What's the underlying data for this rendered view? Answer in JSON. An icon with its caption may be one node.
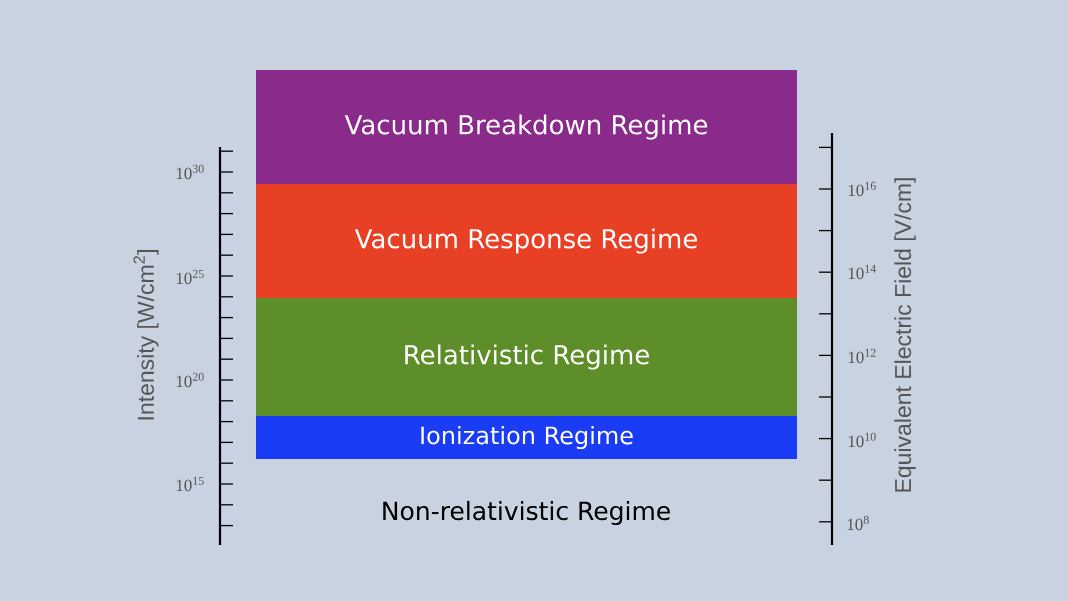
{
  "diagram": {
    "nodes": [
      {
        "text": [
          "Vacuum Breakdown Regime"
        ]
      },
      {
        "text": [
          "Vacuum Response Regime"
        ]
      },
      {
        "text": [
          "Relativistic Regime"
        ]
      },
      {
        "text": [
          "Ionization Regime"
        ]
      }
    ],
    "edges": [],
    "labels": [
      "10$^{30}$",
      "10$^{25}$",
      "10$^{20}$",
      "10$^{15}$",
      "Intensity [W/cm$^{2}$]",
      "10$^{16}$",
      "10$^{14}$",
      "10$^{12}$",
      "10$^{10}$",
      "10$^{8}$",
      "Equivalent Electric Field [V/cm]",
      "Non-relativistic Regime"
    ]
  }
}
